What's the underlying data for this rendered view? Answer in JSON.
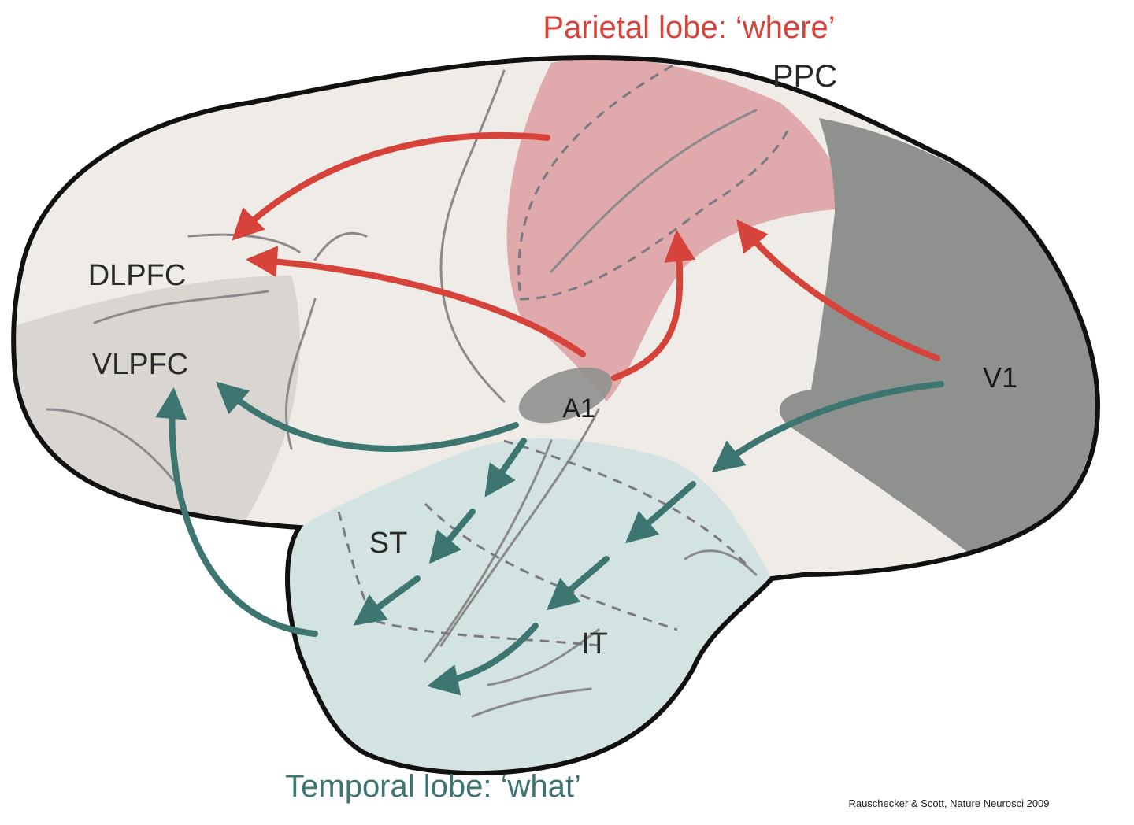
{
  "titles": {
    "parietal": "Parietal lobe: ‘where’",
    "temporal": "Temporal lobe: ‘what’"
  },
  "labels": {
    "ppc": "PPC",
    "dlpfc": "DLPFC",
    "vlpfc": "VLPFC",
    "a1": "A1",
    "v1": "V1",
    "st": "ST",
    "it": "IT"
  },
  "citation": "Rauschecker & Scott, Nature Neurosci 2009",
  "colors": {
    "where_stream": "#d6433a",
    "what_stream": "#3d7571",
    "parietal_fill": "#e0a9ac",
    "temporal_fill": "#d3e3e2",
    "occipital_fill": "#8f918e",
    "frontal_fill": "#d9d5d1",
    "brain_fill": "#efebe6",
    "outline": "#111111"
  }
}
